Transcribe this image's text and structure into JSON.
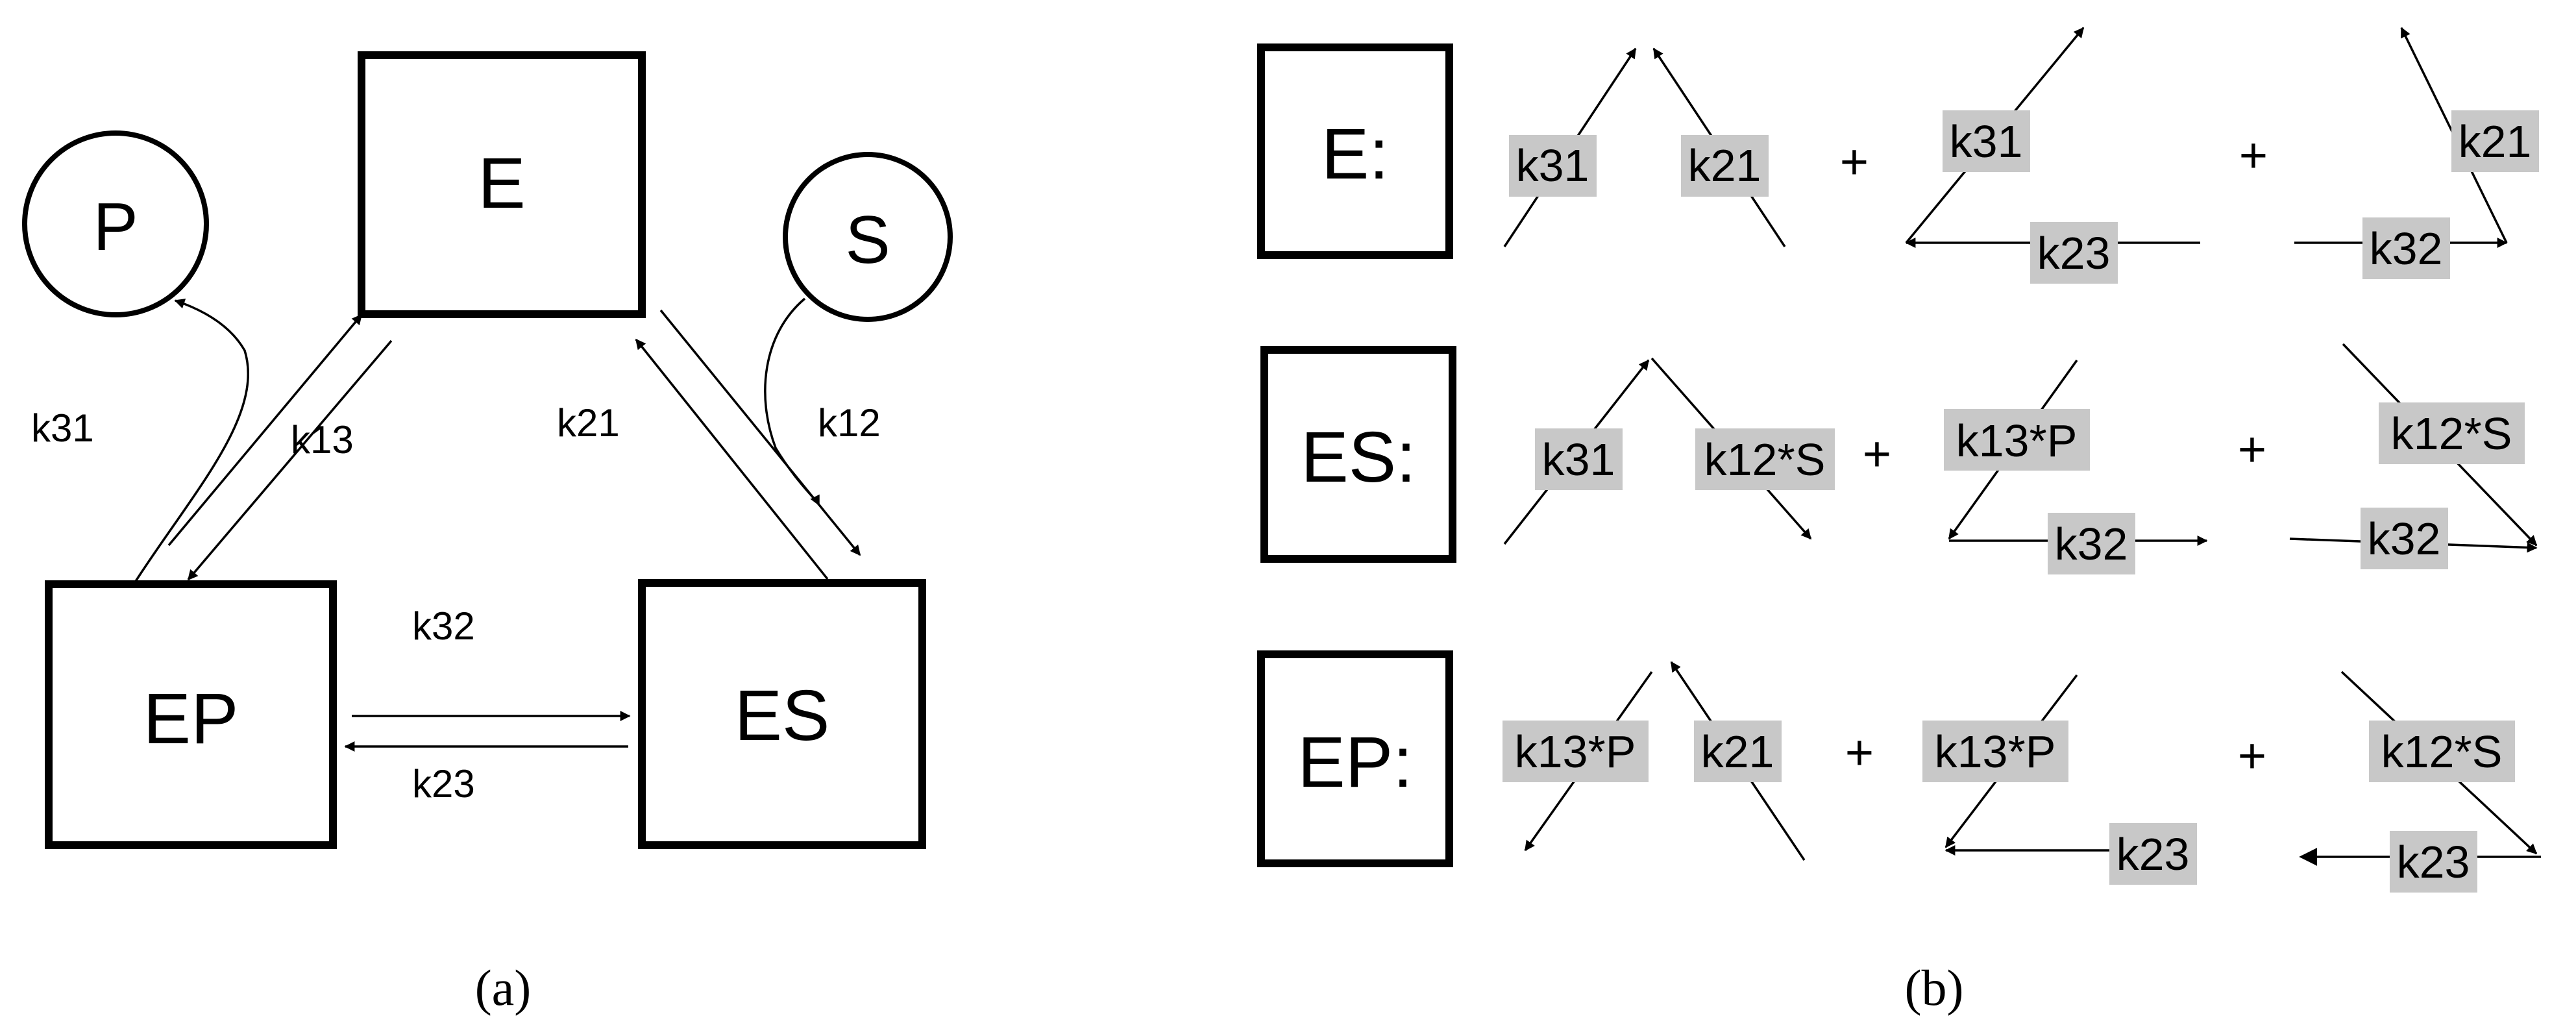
{
  "panel_a": {
    "nodes": {
      "E": "E",
      "EP": "EP",
      "ES": "ES",
      "P": "P",
      "S": "S"
    },
    "rates": {
      "k31": "k31",
      "k13": "k13",
      "k21": "k21",
      "k12": "k12",
      "k32": "k32",
      "k23": "k23"
    },
    "caption": "(a)"
  },
  "panel_b": {
    "rows": [
      {
        "label": "E:",
        "plus": [
          "+",
          "+"
        ],
        "terms": [
          [
            "k31",
            "k21"
          ],
          [
            "k31",
            "k23"
          ],
          [
            "k21",
            "k32"
          ]
        ]
      },
      {
        "label": "ES:",
        "plus": [
          "+",
          "+"
        ],
        "terms": [
          [
            "k31",
            "k12*S"
          ],
          [
            "k13*P",
            "k32"
          ],
          [
            "k12*S",
            "k32"
          ]
        ]
      },
      {
        "label": "EP:",
        "plus": [
          "+",
          "+"
        ],
        "terms": [
          [
            "k13*P",
            "k21"
          ],
          [
            "k13*P",
            "k23"
          ],
          [
            "k12*S",
            "k23"
          ]
        ]
      }
    ],
    "caption": "(b)"
  }
}
